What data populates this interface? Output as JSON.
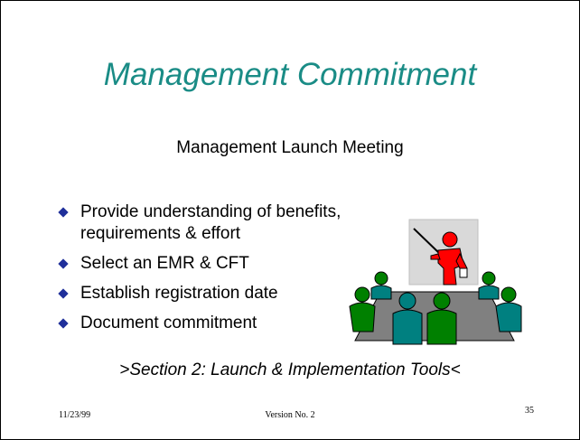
{
  "slide": {
    "title": "Management Commitment",
    "subtitle": "Management Launch Meeting",
    "bullets": [
      {
        "text": "Provide understanding of benefits, requirements & effort"
      },
      {
        "text": "Select an EMR & CFT"
      },
      {
        "text": "Establish registration date"
      },
      {
        "text": "Document commitment"
      }
    ],
    "section_reference": ">Section 2: Launch & Implementation Tools<"
  },
  "footer": {
    "date": "11/23/99",
    "version": "Version No. 2",
    "page_number": "35"
  },
  "illustration": {
    "icon": "presenter-meeting-clipart"
  },
  "colors": {
    "title": "#1a8c86",
    "bullet": "#1f2f9a",
    "presenter": "#ff0000",
    "board": "#d9d9d9",
    "table": "#808080",
    "person_green": "#008000",
    "person_teal": "#008080"
  }
}
